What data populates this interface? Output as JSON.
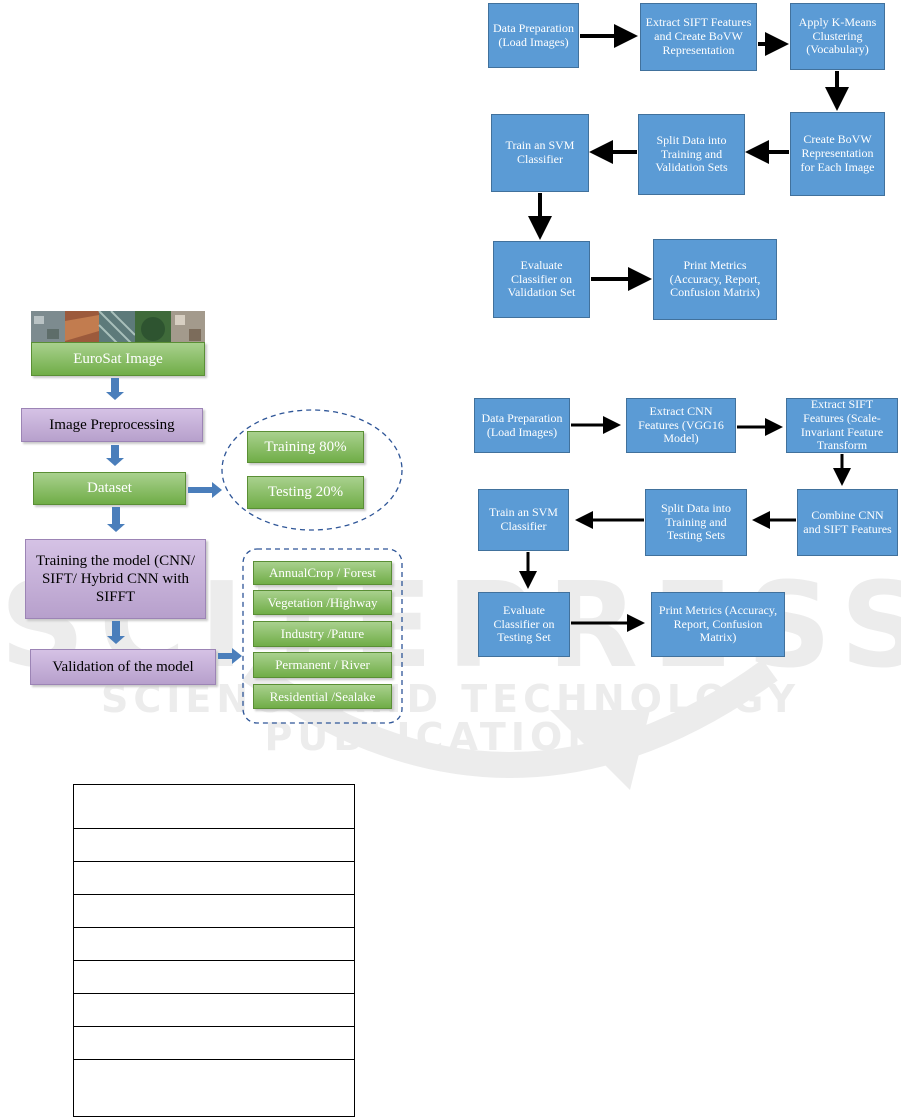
{
  "watermark": {
    "big": "SCITEPRESS",
    "small": "SCIENCE AND TECHNOLOGY PUBLICATIONS"
  },
  "flow_top": {
    "data_prep": "Data Preparation (Load Images)",
    "extract_sift": "Extract SIFT Features and Create BoVW Representation",
    "kmeans": "Apply K-Means Clustering (Vocabulary)",
    "create_bovw": "Create BoVW Representation for Each Image",
    "split": "Split Data into Training and Validation Sets",
    "train_svm": "Train an SVM Classifier",
    "evaluate": "Evaluate Classifier on Validation Set",
    "print_metrics": "Print Metrics (Accuracy, Report, Confusion Matrix)"
  },
  "flow_bottom": {
    "data_prep": "Data Preparation (Load Images)",
    "extract_cnn": "Extract CNN Features (VGG16 Model)",
    "extract_sift": "Extract SIFT Features (Scale-Invariant Feature Transform",
    "combine": "Combine CNN and SIFT Features",
    "split": "Split Data into Training and Testing Sets",
    "train_svm": "Train an SVM Classifier",
    "evaluate": "Evaluate Classifier on Testing Set",
    "print_metrics": "Print Metrics (Accuracy, Report, Confusion Matrix)"
  },
  "flow_left": {
    "eurosat": "EuroSat Image",
    "preprocessing": "Image Preprocessing",
    "dataset": "Dataset",
    "training_model": "Training the model (CNN/ SIFT/ Hybrid CNN with SIFFT",
    "validation": "Validation of the model",
    "training_split": "Training 80%",
    "testing_split": "Testing 20%",
    "classes": [
      "AnnualCrop / Forest",
      "Vegetation /Highway",
      "Industry /Pature",
      "Permanent / River",
      "Residential /Sealake"
    ]
  },
  "colors": {
    "flow_blue": "#5b9bd5",
    "green": "#70ad47",
    "purple": "#b7a0cc",
    "dashed_outline": "#2e5597"
  }
}
